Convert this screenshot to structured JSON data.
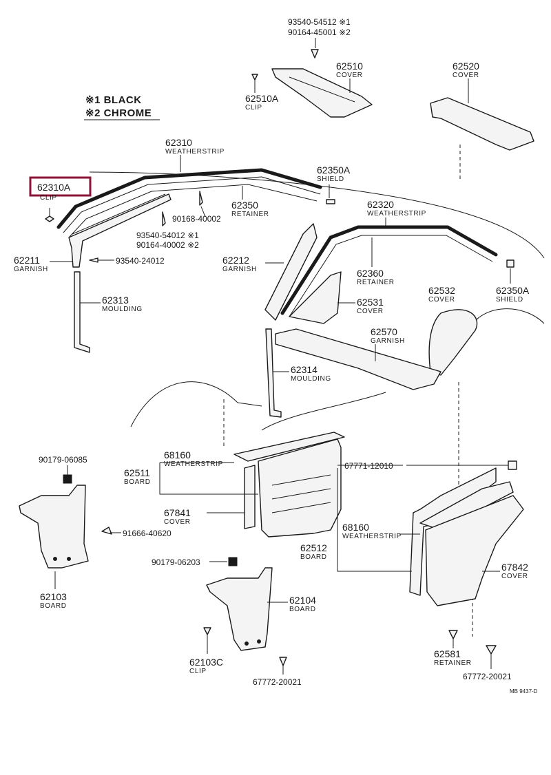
{
  "legend": {
    "line1": "※1 BLACK",
    "line2": "※2 CHROME"
  },
  "labels": {
    "p62310a": "62310A",
    "p62310a_name": "CLIP",
    "p62310": "62310",
    "p62310_name": "WEATHERSTRIP",
    "p62350a_top": "62350A",
    "p62350a_top_name": "SHIELD",
    "p62350": "62350",
    "p62350_name": "RETAINER",
    "f90168": "90168-40002",
    "f93540_54012": "93540-54012 ※1",
    "f90164_40002": "90164-40002 ※2",
    "p62211": "62211",
    "p62211_name": "GARNISH",
    "f93540_24012": "93540-24012",
    "p62313": "62313",
    "p62313_name": "MOULDING",
    "f93540_54512": "93540-54512 ※1",
    "f90164_45001": "90164-45001 ※2",
    "p62510": "62510",
    "p62510_name": "COVER",
    "p62510a": "62510A",
    "p62510a_name": "CLIP",
    "p62520": "62520",
    "p62520_name": "COVER",
    "p62320": "62320",
    "p62320_name": "WEATHERSTRIP",
    "p62212": "62212",
    "p62212_name": "GARNISH",
    "p62360": "62360",
    "p62360_name": "RETAINER",
    "p62350a_right": "62350A",
    "p62350a_right_name": "SHIELD",
    "p62531": "62531",
    "p62531_name": "COVER",
    "p62532": "62532",
    "p62532_name": "COVER",
    "p62570": "62570",
    "p62570_name": "GARNISH",
    "p62314": "62314",
    "p62314_name": "MOULDING",
    "f90179_06085": "90179-06085",
    "p68160_left": "68160",
    "p68160_left_name": "WEATHERSTRIP",
    "p62511": "62511",
    "p62511_name": "BOARD",
    "f67771": "67771-12010",
    "p67841": "67841",
    "p67841_name": "COVER",
    "f91666": "91666-40620",
    "p68160_right": "68160",
    "p68160_right_name": "WEATHERSTRIP",
    "p62512": "62512",
    "p62512_name": "BOARD",
    "f90179_06203": "90179-06203",
    "p67842": "67842",
    "p67842_name": "COVER",
    "p62103": "62103",
    "p62103_name": "BOARD",
    "p62104": "62104",
    "p62104_name": "BOARD",
    "p62103c": "62103C",
    "p62103c_name": "CLIP",
    "p62581": "62581",
    "p62581_name": "RETAINER",
    "f67772_a": "67772-20021",
    "f67772_b": "67772-20021",
    "diagram_code": "MB 9437-D"
  },
  "highlight_color": "#8a1538"
}
